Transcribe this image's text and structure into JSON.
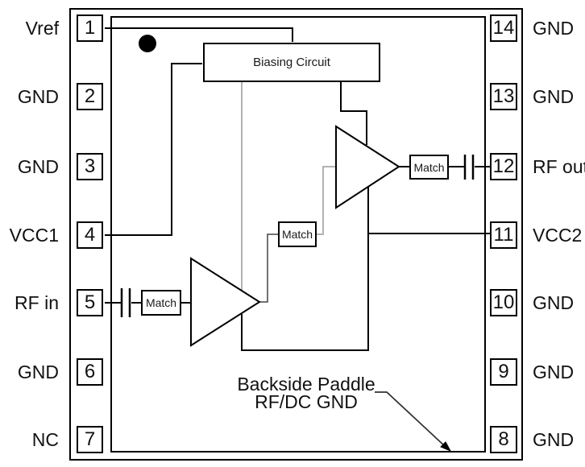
{
  "diagram": {
    "blocks": {
      "biasing": "Biasing Circuit",
      "match_input": "Match",
      "match_interstage": "Match",
      "match_output": "Match"
    },
    "left_pins": [
      {
        "number": "1",
        "label": "Vref"
      },
      {
        "number": "2",
        "label": "GND"
      },
      {
        "number": "3",
        "label": "GND"
      },
      {
        "number": "4",
        "label": "VCC1"
      },
      {
        "number": "5",
        "label": "RF in"
      },
      {
        "number": "6",
        "label": "GND"
      },
      {
        "number": "7",
        "label": "NC"
      }
    ],
    "right_pins": [
      {
        "number": "14",
        "label": "GND"
      },
      {
        "number": "13",
        "label": "GND"
      },
      {
        "number": "12",
        "label": "RF out"
      },
      {
        "number": "11",
        "label": "VCC2"
      },
      {
        "number": "10",
        "label": "GND"
      },
      {
        "number": "9",
        "label": "GND"
      },
      {
        "number": "8",
        "label": "GND"
      }
    ],
    "annotations": {
      "backside_line1": "Backside Paddle",
      "backside_line2": "RF/DC GND"
    },
    "colors": {
      "line": "#000000",
      "gray_line": "#999999",
      "text": "#1a1a1a",
      "background": "#ffffff"
    }
  }
}
